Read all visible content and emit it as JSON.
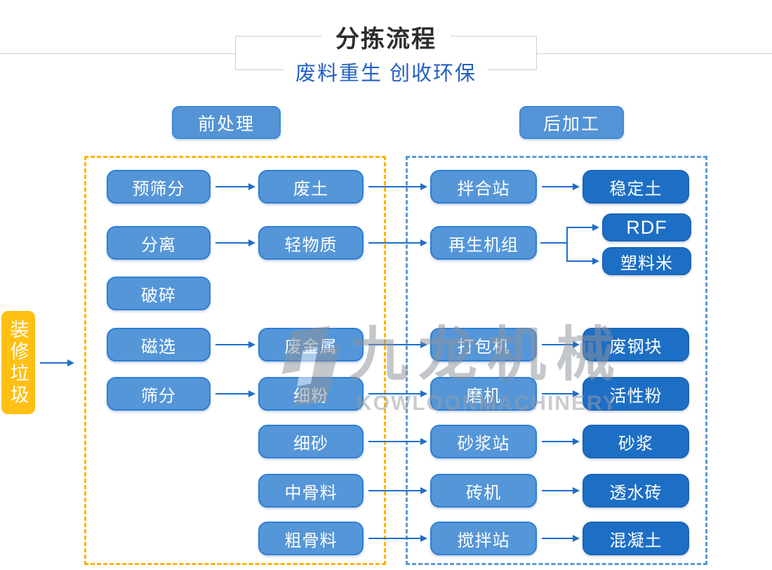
{
  "header": {
    "title": "分拣流程",
    "subtitle": "废料重生 创收环保"
  },
  "sections": {
    "pre": {
      "label": "前处理"
    },
    "post": {
      "label": "后加工"
    }
  },
  "source": {
    "label": "装修垃圾"
  },
  "watermark": {
    "cn": "九龙机械",
    "en": "KOWLOONMACHINERY"
  },
  "colors": {
    "node_medium": "#5596d8",
    "node_medium_border": "#2f7fd6",
    "node_dark": "#1d6fc5",
    "source_yellow": "#ffc013",
    "dashed_yellow": "#ffb400",
    "dashed_blue": "#5b9bd5",
    "arrow_blue": "#1e6fc8",
    "subtitle_blue": "#2360c4",
    "frame_gray": "#c9d0da"
  },
  "nodes": [
    {
      "id": "pre-screening",
      "label": "预筛分",
      "col": "c1",
      "row": "r1",
      "variant": "medium"
    },
    {
      "id": "separation",
      "label": "分离",
      "col": "c1",
      "row": "r2",
      "variant": "medium"
    },
    {
      "id": "crushing",
      "label": "破碎",
      "col": "c1",
      "row": "r3",
      "variant": "medium"
    },
    {
      "id": "magnetic-separation",
      "label": "磁选",
      "col": "c1",
      "row": "r4",
      "variant": "medium"
    },
    {
      "id": "screening",
      "label": "筛分",
      "col": "c1",
      "row": "r5",
      "variant": "medium"
    },
    {
      "id": "waste-soil",
      "label": "废土",
      "col": "c2",
      "row": "r1",
      "variant": "medium"
    },
    {
      "id": "light-material",
      "label": "轻物质",
      "col": "c2",
      "row": "r2",
      "variant": "medium"
    },
    {
      "id": "scrap-metal",
      "label": "废金属",
      "col": "c2",
      "row": "r4",
      "variant": "medium"
    },
    {
      "id": "fine-powder",
      "label": "细粉",
      "col": "c2",
      "row": "r5",
      "variant": "medium"
    },
    {
      "id": "fine-sand",
      "label": "细砂",
      "col": "c2",
      "row": "r6",
      "variant": "medium"
    },
    {
      "id": "medium-aggregate",
      "label": "中骨料",
      "col": "c2",
      "row": "r7",
      "variant": "medium"
    },
    {
      "id": "coarse-aggregate",
      "label": "粗骨料",
      "col": "c2",
      "row": "r8",
      "variant": "medium"
    },
    {
      "id": "mixing-station",
      "label": "拌合站",
      "col": "c3",
      "row": "r1",
      "variant": "medium"
    },
    {
      "id": "regeneration-unit",
      "label": "再生机组",
      "col": "c3",
      "row": "r2",
      "variant": "medium"
    },
    {
      "id": "baler",
      "label": "打包机",
      "col": "c3",
      "row": "r4",
      "variant": "medium"
    },
    {
      "id": "mill",
      "label": "磨机",
      "col": "c3",
      "row": "r5",
      "variant": "medium"
    },
    {
      "id": "mortar-station",
      "label": "砂浆站",
      "col": "c3",
      "row": "r6",
      "variant": "medium"
    },
    {
      "id": "brick-machine",
      "label": "砖机",
      "col": "c3",
      "row": "r7",
      "variant": "medium"
    },
    {
      "id": "mixing-plant",
      "label": "搅拌站",
      "col": "c3",
      "row": "r8",
      "variant": "medium"
    },
    {
      "id": "stabilized-soil",
      "label": "稳定土",
      "col": "c4",
      "row": "r1",
      "variant": "dark"
    },
    {
      "id": "rdf",
      "label": "RDF",
      "col": "c4s",
      "row": "rdf",
      "variant": "dark",
      "small": true
    },
    {
      "id": "plastic-pellets",
      "label": "塑料米",
      "col": "c4s",
      "row": "pp",
      "variant": "dark",
      "small": true
    },
    {
      "id": "scrap-steel-block",
      "label": "废钢块",
      "col": "c4",
      "row": "r4",
      "variant": "dark"
    },
    {
      "id": "active-powder",
      "label": "活性粉",
      "col": "c4",
      "row": "r5",
      "variant": "dark"
    },
    {
      "id": "mortar",
      "label": "砂浆",
      "col": "c4",
      "row": "r6",
      "variant": "dark"
    },
    {
      "id": "permeable-brick",
      "label": "透水砖",
      "col": "c4",
      "row": "r7",
      "variant": "dark"
    },
    {
      "id": "concrete",
      "label": "混凝土",
      "col": "c4",
      "row": "r8",
      "variant": "dark"
    }
  ],
  "links": [
    {
      "from": "source",
      "to": "prebox"
    },
    {
      "from": "pre-screening",
      "to": "waste-soil"
    },
    {
      "from": "waste-soil",
      "to": "mixing-station"
    },
    {
      "from": "mixing-station",
      "to": "stabilized-soil"
    },
    {
      "from": "separation",
      "to": "light-material"
    },
    {
      "from": "light-material",
      "to": "regeneration-unit"
    },
    {
      "from": "regeneration-unit",
      "to": "rdf",
      "elbow": true
    },
    {
      "from": "regeneration-unit",
      "to": "plastic-pellets",
      "elbow": true
    },
    {
      "from": "magnetic-separation",
      "to": "scrap-metal"
    },
    {
      "from": "scrap-metal",
      "to": "baler"
    },
    {
      "from": "baler",
      "to": "scrap-steel-block"
    },
    {
      "from": "screening",
      "to": "fine-powder"
    },
    {
      "from": "fine-powder",
      "to": "mill"
    },
    {
      "from": "mill",
      "to": "active-powder"
    },
    {
      "from": "fine-sand",
      "to": "mortar-station"
    },
    {
      "from": "mortar-station",
      "to": "mortar"
    },
    {
      "from": "medium-aggregate",
      "to": "brick-machine"
    },
    {
      "from": "brick-machine",
      "to": "permeable-brick"
    },
    {
      "from": "coarse-aggregate",
      "to": "mixing-plant"
    },
    {
      "from": "mixing-plant",
      "to": "concrete"
    }
  ]
}
